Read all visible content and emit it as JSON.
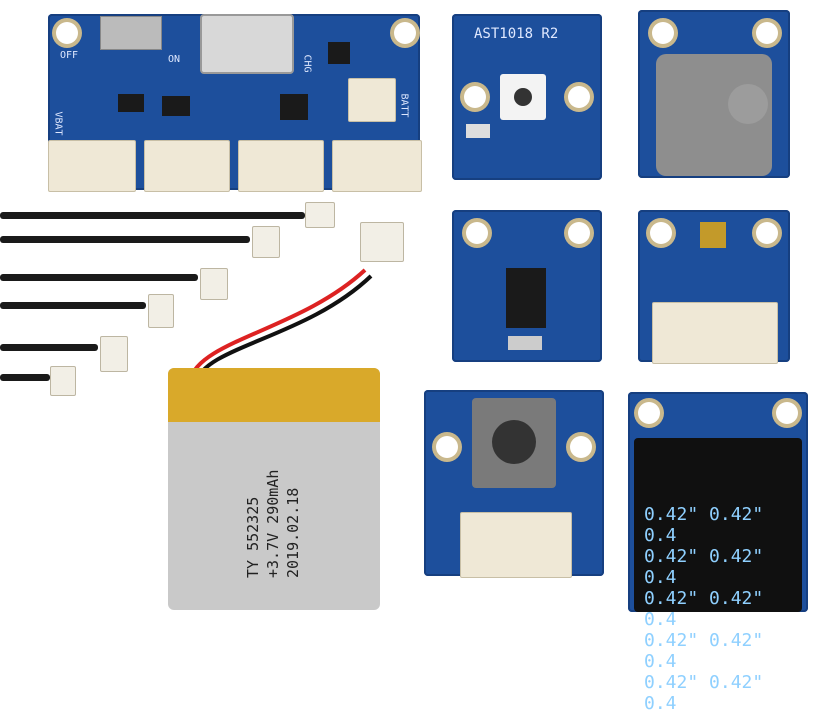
{
  "labels": {
    "main_off": "OFF",
    "main_on": "ON",
    "main_vbat": "VBAT",
    "main_batt": "BATT",
    "main_chg": "CHG",
    "led_board": "AST1018 R2",
    "battery_line1": "TY 552325",
    "battery_line2": "+3.7V 290mAh",
    "battery_line3": "2019.02.18",
    "oled_row": "0.42\" 0.42\" 0.4"
  },
  "colors": {
    "pcb_blue": "#1d4f9c",
    "connector": "#efe8d6",
    "battery_gold": "#d9a92a",
    "battery_silver": "#c9c9c9",
    "oled_text": "#8fd0ff"
  }
}
